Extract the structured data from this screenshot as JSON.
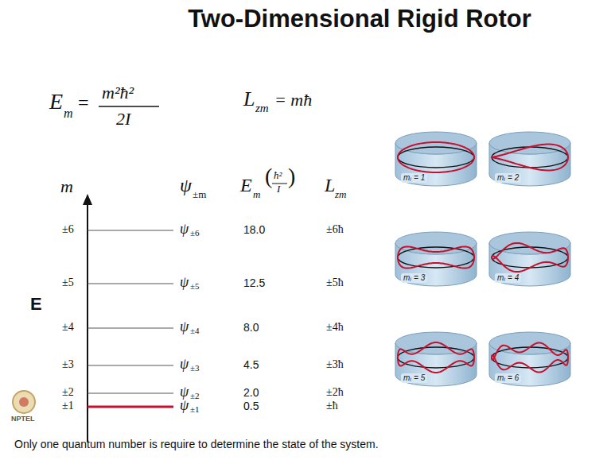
{
  "diagram": {
    "title": "Two-Dimensional Rigid Rotor",
    "nodes": [
      {
        "text": [
          "mₗ = 1"
        ]
      },
      {
        "text": [
          "mₗ = 2"
        ]
      },
      {
        "text": [
          "mₗ = 3"
        ]
      },
      {
        "text": [
          "mₗ = 4"
        ]
      },
      {
        "text": [
          "mₗ = 5"
        ]
      },
      {
        "text": [
          "mₗ = 6"
        ]
      }
    ],
    "labels": [
      "E",
      "m",
      "=",
      "m²ħ²",
      "2I",
      "L",
      "zm",
      "= mħ",
      "m",
      "ψ",
      "±m",
      "E",
      "m",
      "(",
      "ħ²",
      "I",
      ")",
      "L",
      "zm",
      "E",
      "±6",
      "ψ",
      "±6",
      "18.0",
      "±6ħ",
      "±5",
      "ψ",
      "±5",
      "12.5",
      "±5ħ",
      "±4",
      "ψ",
      "±4",
      "8.0",
      "±4ħ",
      "±3",
      "ψ",
      "±3",
      "4.5",
      "±3ħ",
      "±2",
      "ψ",
      "±2",
      "2.0",
      "±2ħ",
      "±1",
      "ψ",
      "±1",
      "0.5",
      "±ħ",
      "NPTEL",
      "Only one quantum number is require to determine the state of the system."
    ]
  }
}
